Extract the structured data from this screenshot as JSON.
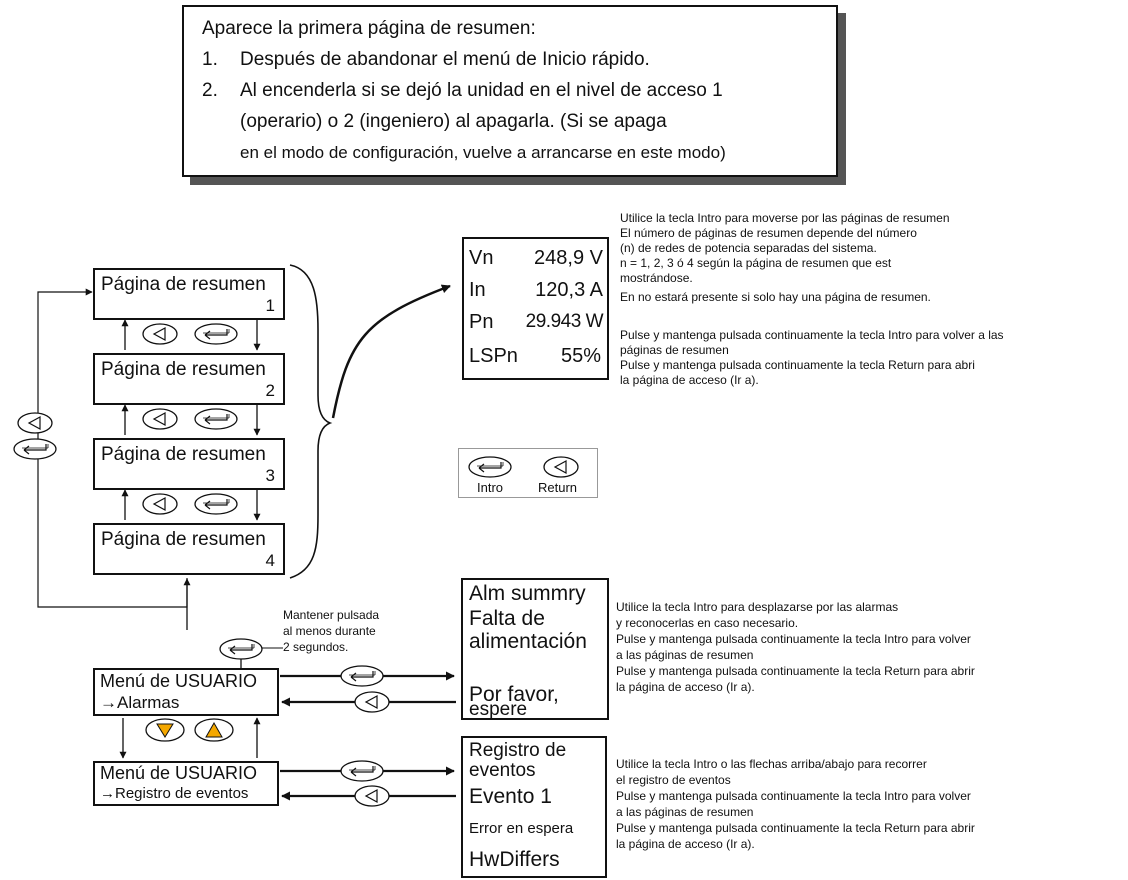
{
  "top_note": {
    "line1": "Aparece la primera página de resumen:",
    "item1_num": "1.",
    "item1": "Después de abandonar el menú de Inicio rápido.",
    "item2_num": "2.",
    "item2_a": "Al encenderla si se dejó la unidad en el nivel de acceso 1",
    "item2_b": "(operario) o 2 (ingeniero) al apagarla. (Si se apaga",
    "item2_c": "en el modo de configuración, vuelve a arrancarse en este modo)"
  },
  "summary_pages": [
    {
      "title": "Página de resumen",
      "number": "1"
    },
    {
      "title": "Página de resumen",
      "number": "2"
    },
    {
      "title": "Página de resumen",
      "number": "3"
    },
    {
      "title": "Página de resumen",
      "number": "4"
    }
  ],
  "summary_display": {
    "rows": [
      {
        "label": "Vn",
        "value": "248,9 V"
      },
      {
        "label": "In",
        "value": "120,3 A"
      },
      {
        "label": "Pn",
        "value": "29.943 W"
      },
      {
        "label": "LSPn",
        "value": "55%"
      }
    ]
  },
  "summary_note": {
    "lines": [
      "Utilice la tecla Intro para moverse por las páginas de resumen",
      "El número de páginas de resumen depende del número",
      "(n) de redes de potencia separadas del sistema.",
      "n = 1, 2, 3 ó 4 según la página de resumen que est",
      "mostrándose.",
      " En no estará presente si solo hay una página de resumen."
    ],
    "hold_lines": [
      "Pulse y mantenga pulsada continuamente la tecla Intro para volver a las",
      "páginas de resumen",
      "Pulse y mantenga pulsada continuamente la tecla Return para abri",
      "la página de acceso (Ir a)."
    ]
  },
  "key_legend": {
    "intro": "Intro",
    "return": "Return"
  },
  "hold_note": {
    "line1": "Mantener pulsada",
    "line2": "al menos durante",
    "line3": "2 segundos."
  },
  "user_menu_alarms": {
    "line1": "Menú de USUARIO",
    "line2": "→Alarmas"
  },
  "user_menu_events": {
    "line1": "Menú de USUARIO",
    "line2": "→Registro de eventos"
  },
  "alarm_display": {
    "line1": "Alm summry",
    "line2": "Falta de",
    "line3": "alimentación",
    "line5": "Por favor,",
    "line6": "espere"
  },
  "alarm_note": {
    "lines": [
      "Utilice la tecla Intro para desplazarse por las alarmas",
      "y reconocerlas en caso necesario.",
      "Pulse y mantenga pulsada continuamente la tecla Intro para volver",
      "a las páginas de resumen",
      "Pulse y mantenga pulsada continuamente la tecla Return para abrir",
      "la página de acceso (Ir a)."
    ]
  },
  "event_display": {
    "line1": "Registro de",
    "line2": "eventos",
    "line3": "Evento 1",
    "line4": "Error en espera",
    "line5": "HwDiffers"
  },
  "event_note": {
    "lines": [
      "Utilice la tecla Intro o las flechas arriba/abajo para recorrer",
      "el registro de eventos",
      "Pulse y mantenga pulsada continuamente la tecla Intro para volver",
      "a las páginas de resumen",
      "Pulse y mantenga pulsada continuamente la tecla Return para abrir",
      "la página de acceso (Ir a)."
    ]
  },
  "colors": {
    "key_arrow_fill": "#f5a800",
    "ink": "#111111",
    "shadow": "#555555"
  }
}
